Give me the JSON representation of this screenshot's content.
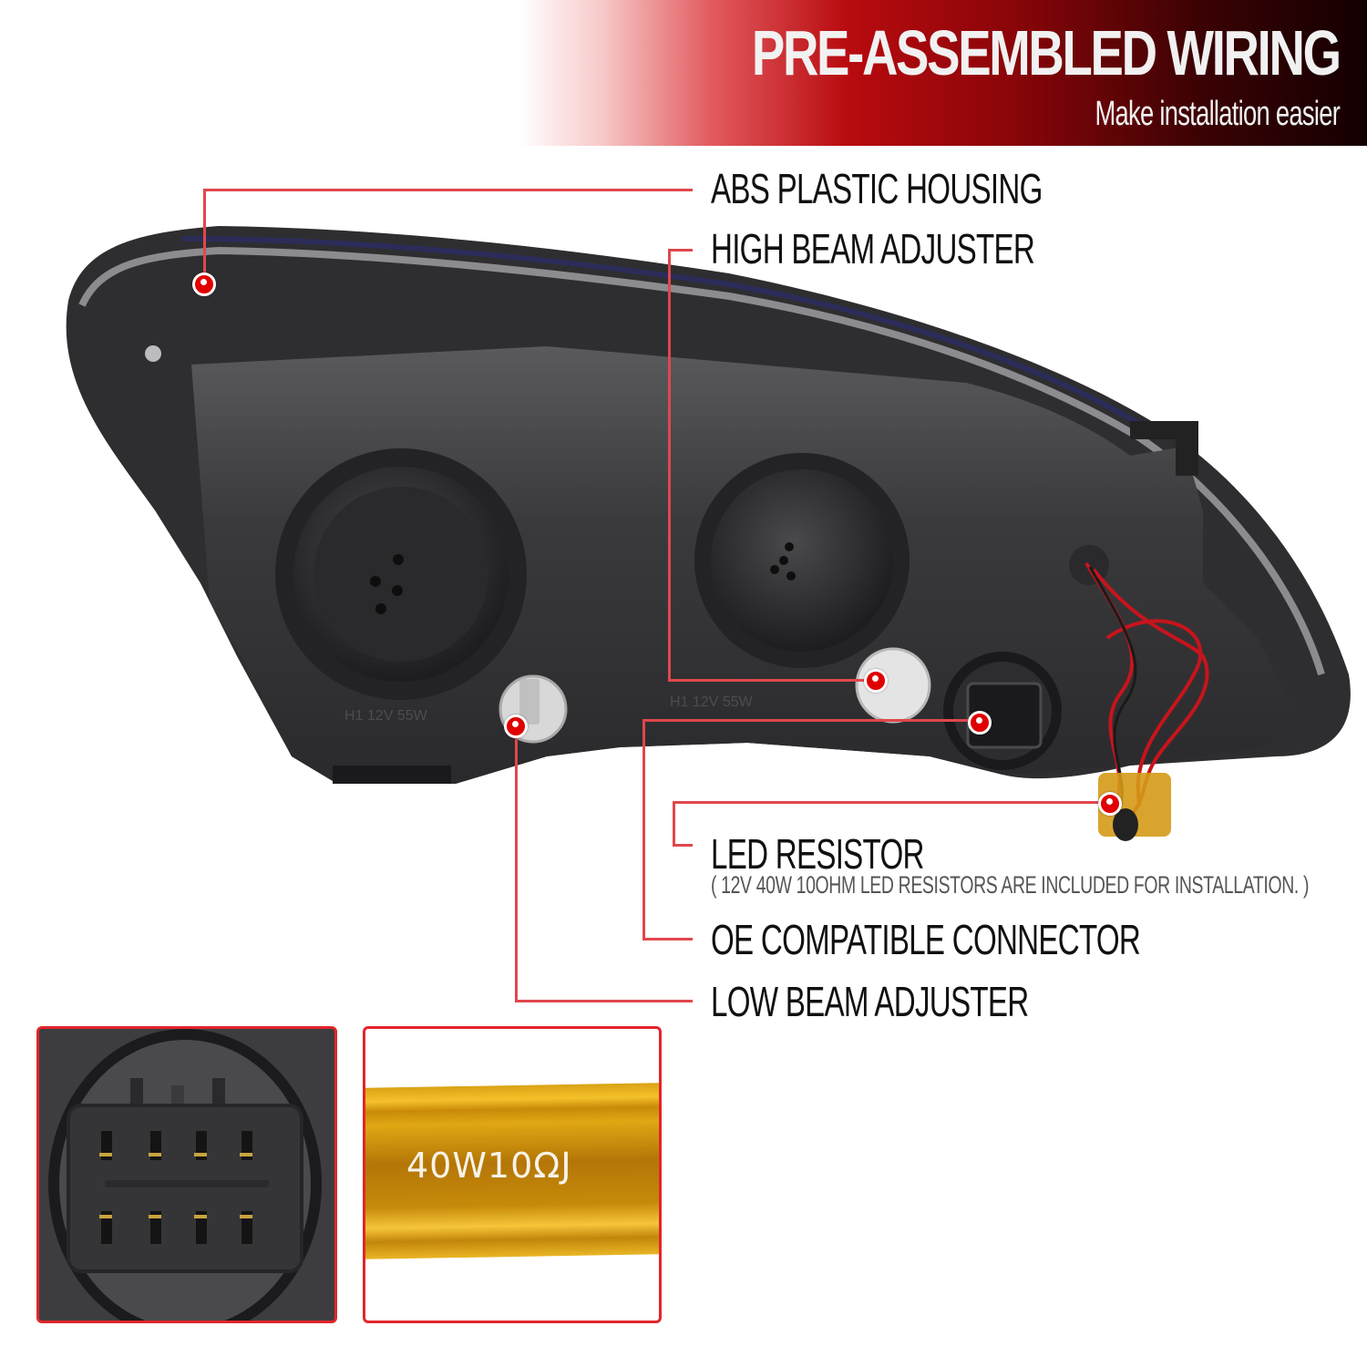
{
  "banner": {
    "title": "PRE-ASSEMBLED WIRING",
    "subtitle": "Make installation easier",
    "gradient_colors": [
      "#ffffff",
      "#e25b5f",
      "#b80b0f",
      "#140001"
    ]
  },
  "callouts": [
    {
      "id": "abs-housing",
      "label": "ABS PLASTIC HOUSING"
    },
    {
      "id": "high-beam",
      "label": "HIGH BEAM ADJUSTER"
    },
    {
      "id": "led-resistor",
      "label": "LED RESISTOR",
      "note": "( 12V 40W 10OHM LED RESISTORS ARE INCLUDED FOR INSTALLATION. )"
    },
    {
      "id": "oe-connector",
      "label": "OE COMPATIBLE CONNECTOR"
    },
    {
      "id": "low-beam",
      "label": "LOW BEAM ADJUSTER"
    }
  ],
  "housing_markings": {
    "low_beam_marking": "H1 12V 55W",
    "high_beam_marking": "H1 12V 55W"
  },
  "insets": {
    "connector": {
      "pins": 8
    },
    "resistor": {
      "marking": "40W10ΩJ"
    }
  },
  "accent_color": "#e0474d",
  "dot_color": "#e00000"
}
